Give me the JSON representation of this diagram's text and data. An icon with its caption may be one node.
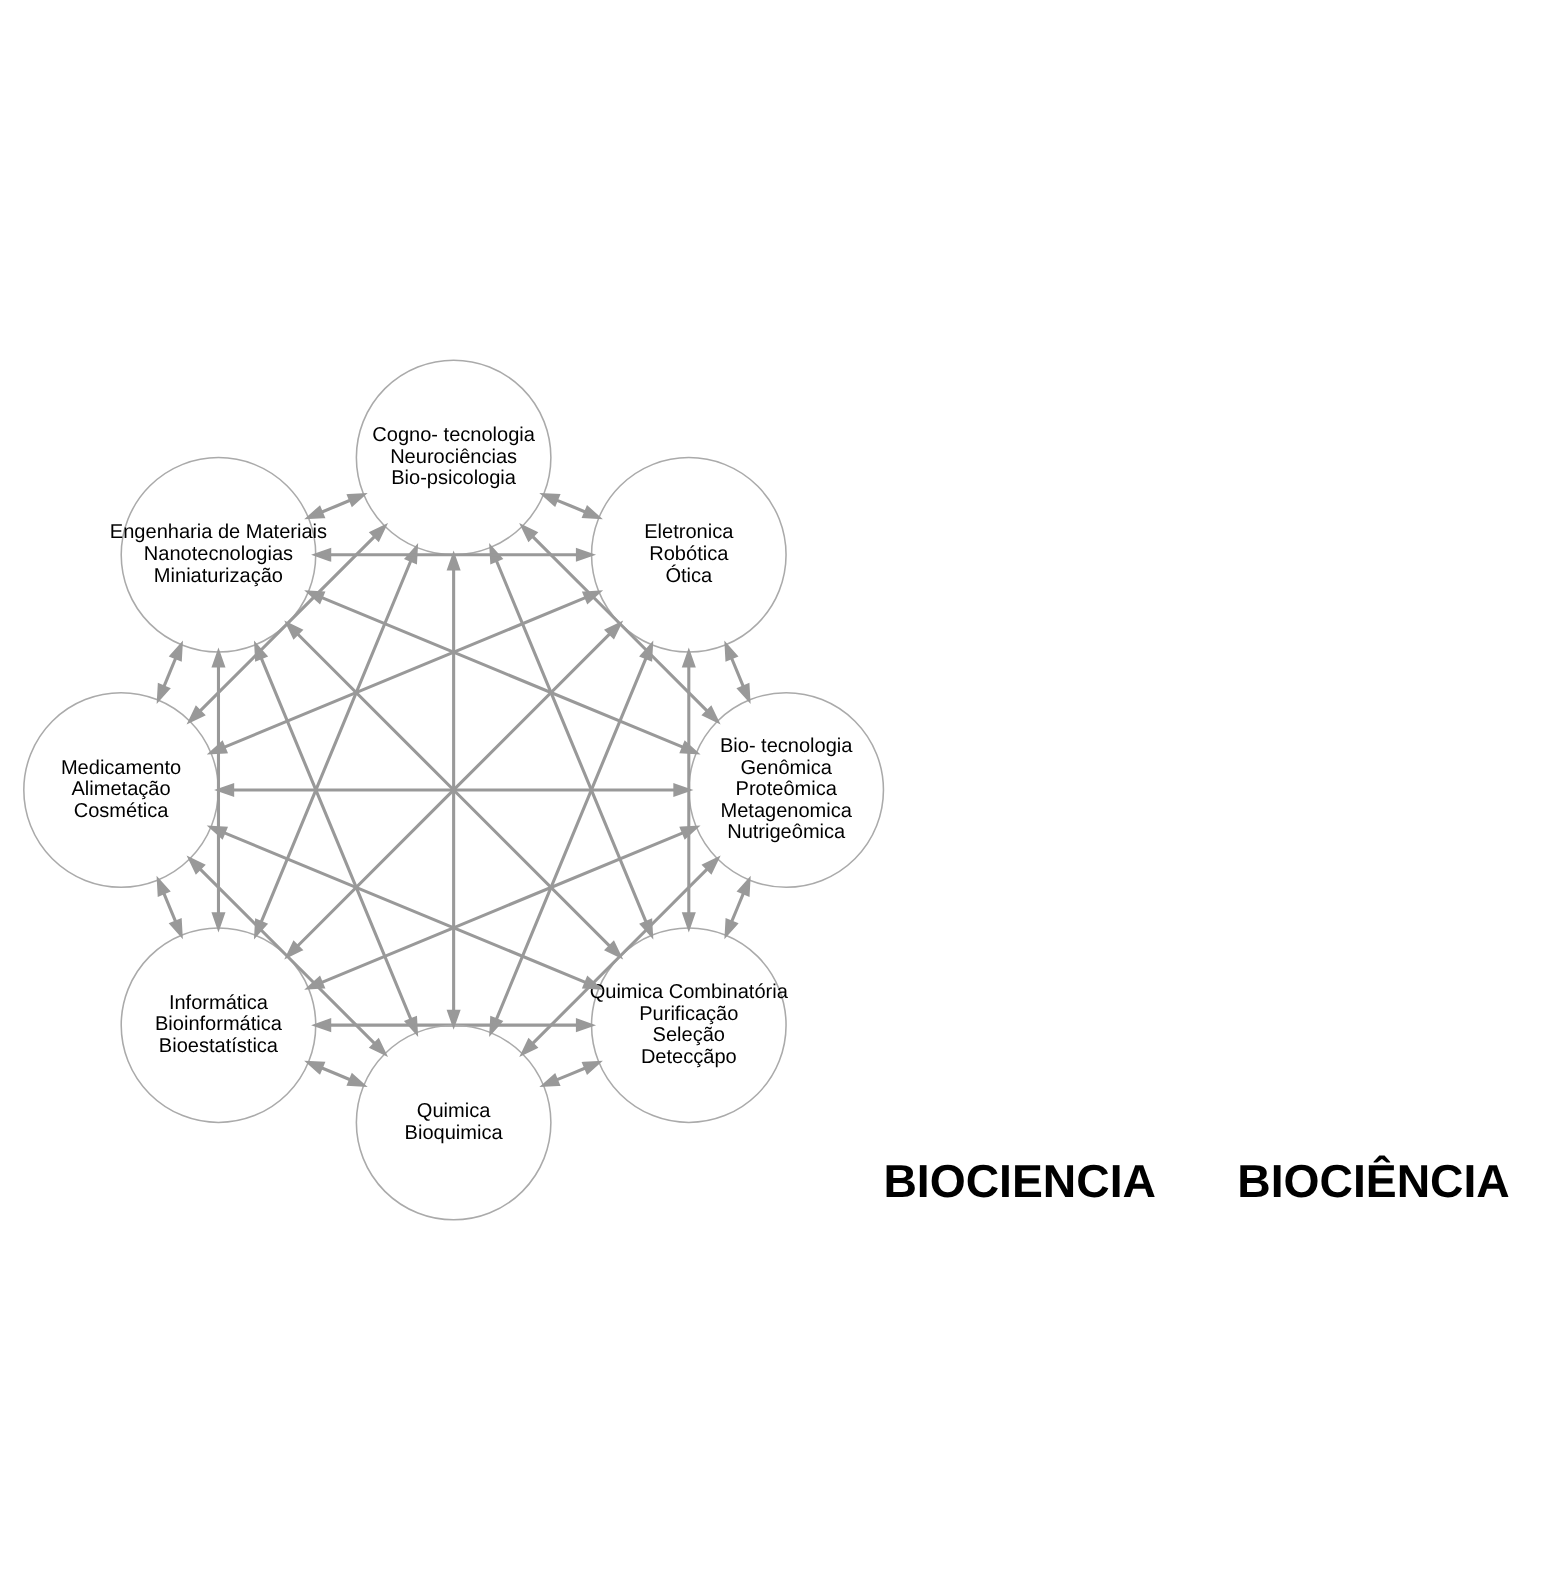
{
  "diagram": {
    "nodes": [
      {
        "text": [
          "Quimica Combinatória",
          "Purificação",
          "Seleção",
          "Detecçãpo"
        ]
      },
      {
        "text": [
          "Quimica",
          "Bioquimica"
        ]
      },
      {
        "text": [
          "Bio- tecnologia",
          "Genômica",
          "Proteômica",
          "Metagenomica",
          "Nutrigeômica"
        ]
      },
      {
        "text": [
          "Eletronica",
          "Robótica",
          "Ótica"
        ]
      },
      {
        "text": [
          "Informática",
          "Bioinformática",
          "Bioestatística"
        ]
      },
      {
        "text": [
          "Cogno- tecnologia",
          "Neurociências",
          "Bio-psicologia"
        ]
      },
      {
        "text": [
          "Medicamento",
          "Alimetação",
          "Cosmética"
        ]
      },
      {
        "text": [
          "Engenharia de Materiais",
          "Nanotecnologias",
          "Miniaturização"
        ]
      }
    ],
    "edges": [
      {
        "from": 0,
        "to": 1,
        "arrow": "both"
      },
      {
        "from": 0,
        "to": 2,
        "arrow": "both"
      },
      {
        "from": 0,
        "to": 3,
        "arrow": "both"
      },
      {
        "from": 0,
        "to": 4,
        "arrow": "both"
      },
      {
        "from": 0,
        "to": 5,
        "arrow": "both"
      },
      {
        "from": 0,
        "to": 6,
        "arrow": "both"
      },
      {
        "from": 0,
        "to": 7,
        "arrow": "both"
      },
      {
        "from": 1,
        "to": 2,
        "arrow": "both"
      },
      {
        "from": 1,
        "to": 3,
        "arrow": "both"
      },
      {
        "from": 1,
        "to": 4,
        "arrow": "both"
      },
      {
        "from": 1,
        "to": 5,
        "arrow": "both"
      },
      {
        "from": 1,
        "to": 6,
        "arrow": "both"
      },
      {
        "from": 1,
        "to": 7,
        "arrow": "both"
      },
      {
        "from": 2,
        "to": 3,
        "arrow": "both"
      },
      {
        "from": 2,
        "to": 4,
        "arrow": "both"
      },
      {
        "from": 2,
        "to": 5,
        "arrow": "both"
      },
      {
        "from": 2,
        "to": 6,
        "arrow": "both"
      },
      {
        "from": 2,
        "to": 7,
        "arrow": "both"
      },
      {
        "from": 3,
        "to": 4,
        "arrow": "both"
      },
      {
        "from": 3,
        "to": 5,
        "arrow": "both"
      },
      {
        "from": 3,
        "to": 6,
        "arrow": "both"
      },
      {
        "from": 3,
        "to": 7,
        "arrow": "both"
      },
      {
        "from": 4,
        "to": 5,
        "arrow": "both"
      },
      {
        "from": 4,
        "to": 6,
        "arrow": "both"
      },
      {
        "from": 4,
        "to": 7,
        "arrow": "both"
      },
      {
        "from": 5,
        "to": 6,
        "arrow": "both"
      },
      {
        "from": 5,
        "to": 7,
        "arrow": "both"
      },
      {
        "from": 6,
        "to": 7,
        "arrow": "both"
      }
    ],
    "labels": [
      "BIOCIENCIA",
      "BIOCIÊNCIA"
    ]
  }
}
